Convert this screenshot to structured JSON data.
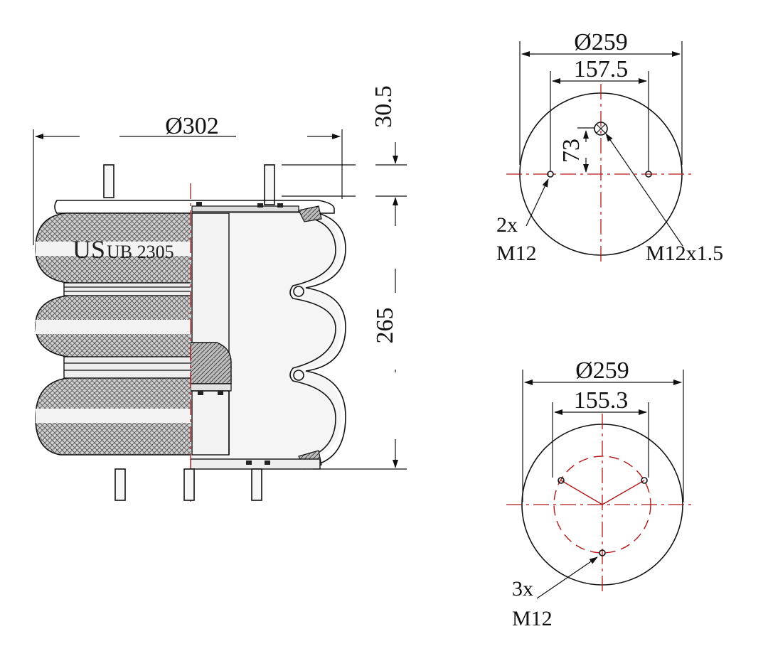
{
  "side_view": {
    "brand_prefix": "US",
    "brand_suffix": "UB 2305",
    "dia_label": "Ø302",
    "top_offset_label": "30.5",
    "height_label": "265"
  },
  "top_plate_view": {
    "dia_label": "Ø259",
    "hole_spacing_label": "157.5",
    "offset_label": "73",
    "holes_count_label": "2x",
    "holes_thread_label": "M12",
    "air_inlet_label": "M12x1.5"
  },
  "bottom_plate_view": {
    "dia_label": "Ø259",
    "hole_spacing_label": "155.3",
    "holes_count_label": "3x",
    "holes_thread_label": "M12"
  },
  "colors": {
    "line": "#111111",
    "centerline": "#b01818",
    "rubber_hatch": "#555555"
  }
}
